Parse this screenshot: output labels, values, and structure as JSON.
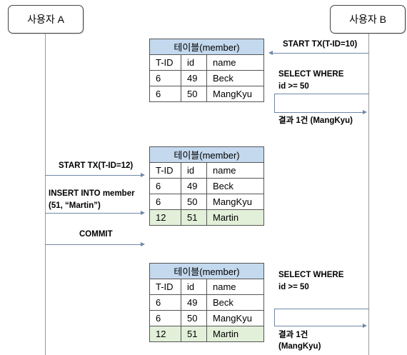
{
  "actors": {
    "a": "사용자 A",
    "b": "사용자 B"
  },
  "table_title": "테이블(member)",
  "columns": [
    "T-ID",
    "id",
    "name"
  ],
  "table1_rows": [
    [
      "6",
      "49",
      "Beck"
    ],
    [
      "6",
      "50",
      "MangKyu"
    ]
  ],
  "table2_rows": [
    [
      "6",
      "49",
      "Beck"
    ],
    [
      "6",
      "50",
      "MangKyu"
    ],
    [
      "12",
      "51",
      "Martin"
    ]
  ],
  "table3_rows": [
    [
      "6",
      "49",
      "Beck"
    ],
    [
      "6",
      "50",
      "MangKyu"
    ],
    [
      "12",
      "51",
      "Martin"
    ]
  ],
  "messages": {
    "b_start_tx": "START TX(T-ID=10)",
    "b_select1_l1": "SELECT WHERE",
    "b_select1_l2": "id >= 50",
    "b_result1": "결과 1건 (MangKyu)",
    "a_start_tx": "START TX(T-ID=12)",
    "a_insert_l1": "INSERT INTO member",
    "a_insert_l2": "(51, “Martin”)",
    "a_commit": "COMMIT",
    "b_select2_l1": "SELECT WHERE",
    "b_select2_l2": "id >= 50",
    "b_result2_l1": "결과 1건",
    "b_result2_l2": "(MangKyu)"
  },
  "colors": {
    "table_header": "#c4d9ee",
    "new_row": "#e2efd9",
    "arrow": "#6f87a8"
  }
}
